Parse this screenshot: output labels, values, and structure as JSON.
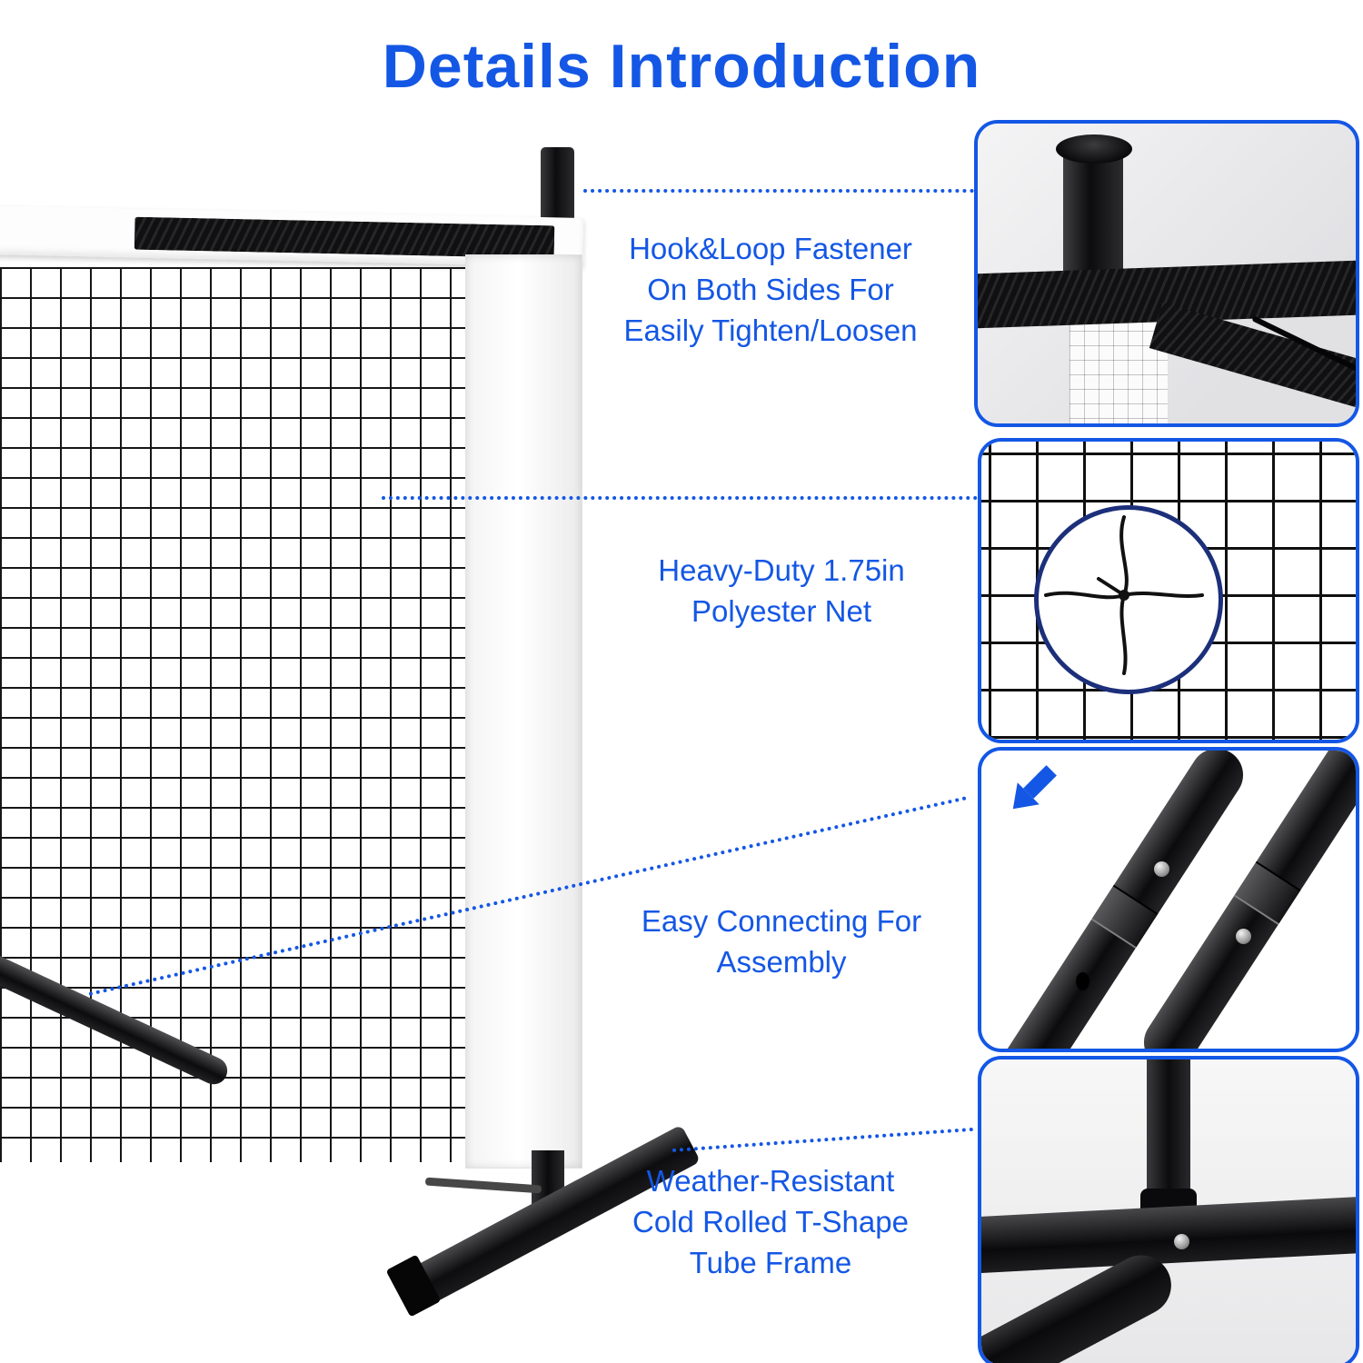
{
  "page": {
    "title": "Details Introduction",
    "accent_color": "#1457E5",
    "background_color": "#FFFFFF"
  },
  "callouts": [
    {
      "id": "hook-loop-fastener",
      "lines": [
        "Hook&Loop Fastener",
        "On Both Sides For",
        "Easily Tighten/Loosen"
      ]
    },
    {
      "id": "polyester-net",
      "lines": [
        "Heavy-Duty 1.75in",
        "Polyester Net"
      ]
    },
    {
      "id": "easy-connecting",
      "lines": [
        "Easy Connecting For",
        "Assembly"
      ]
    },
    {
      "id": "tube-frame",
      "lines": [
        "Weather-Resistant",
        "Cold Rolled T-Shape",
        "Tube Frame"
      ]
    }
  ],
  "insets": [
    {
      "name": "hook-loop-fastener-detail-photo"
    },
    {
      "name": "polyester-net-detail-photo"
    },
    {
      "name": "pole-connection-detail-photo"
    },
    {
      "name": "t-shape-base-detail-photo"
    }
  ]
}
